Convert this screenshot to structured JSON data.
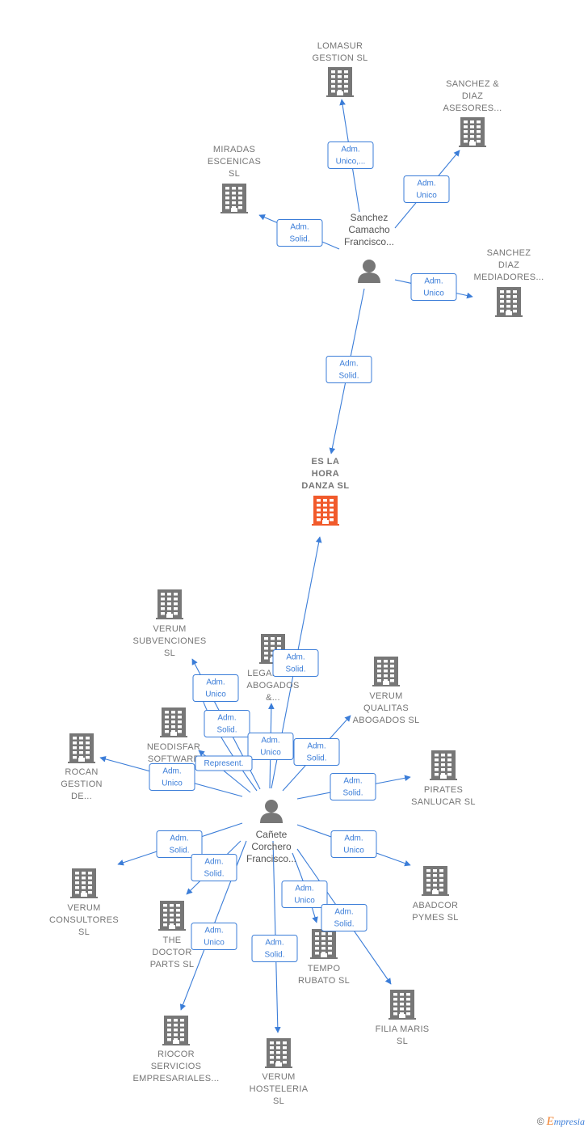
{
  "colors": {
    "edge": "#3b7dd8",
    "building": "#777777",
    "focus": "#f15a2b",
    "person": "#777777"
  },
  "footer": {
    "copyright": "©",
    "brand_first": "E",
    "brand_rest": "mpresia"
  },
  "people": [
    {
      "id": "p1",
      "lines": [
        "Sanchez",
        "Camacho",
        "Francisco..."
      ]
    },
    {
      "id": "p2",
      "lines": [
        "Cañete",
        "Corchero",
        "Francisco..."
      ]
    }
  ],
  "focus": {
    "id": "f",
    "lines": [
      "ES LA",
      "HORA",
      "DANZA  SL"
    ]
  },
  "companies": [
    {
      "id": "lomasur",
      "lines": [
        "LOMASUR",
        "GESTION  SL"
      ]
    },
    {
      "id": "sanchezdiaz",
      "lines": [
        "SANCHEZ &",
        "DIAZ",
        "ASESORES..."
      ]
    },
    {
      "id": "miradas",
      "lines": [
        "MIRADAS",
        "ESCENICAS",
        "SL"
      ]
    },
    {
      "id": "mediadores",
      "lines": [
        "SANCHEZ",
        "DIAZ",
        "MEDIADORES..."
      ]
    },
    {
      "id": "subvenciones",
      "lines": [
        "VERUM",
        "SUBVENCIONES",
        "SL"
      ]
    },
    {
      "id": "legalge",
      "lines": [
        "LEGALGE...",
        "ABOGADOS",
        "&..."
      ]
    },
    {
      "id": "qualitas",
      "lines": [
        "VERUM",
        "QUALITAS",
        "ABOGADOS  SL"
      ]
    },
    {
      "id": "neodisfar",
      "lines": [
        "NEODISFAR",
        "SOFTWARE"
      ]
    },
    {
      "id": "rocan",
      "lines": [
        "ROCAN",
        "GESTION",
        "DE..."
      ]
    },
    {
      "id": "pirates",
      "lines": [
        "PIRATES",
        "SANLUCAR  SL"
      ]
    },
    {
      "id": "consultores",
      "lines": [
        "VERUM",
        "CONSULTORES",
        "SL"
      ]
    },
    {
      "id": "doctor",
      "lines": [
        "THE",
        "DOCTOR",
        "PARTS  SL"
      ]
    },
    {
      "id": "abadcor",
      "lines": [
        "ABADCOR",
        "PYMES  SL"
      ]
    },
    {
      "id": "tempo",
      "lines": [
        "TEMPO",
        "RUBATO  SL"
      ]
    },
    {
      "id": "filia",
      "lines": [
        "FILIA MARIS",
        "SL"
      ]
    },
    {
      "id": "riocor",
      "lines": [
        "RIOCOR",
        "SERVICIOS",
        "EMPRESARIALES..."
      ]
    },
    {
      "id": "hosteleria",
      "lines": [
        "VERUM",
        "HOSTELERIA",
        "SL"
      ]
    }
  ],
  "edges": [
    {
      "id": "e1",
      "from": "p1",
      "to": "lomasur",
      "role": [
        "Adm.",
        "Unico,..."
      ]
    },
    {
      "id": "e2",
      "from": "p1",
      "to": "sanchezdiaz",
      "role": [
        "Adm.",
        "Unico"
      ]
    },
    {
      "id": "e3",
      "from": "p1",
      "to": "miradas",
      "role": [
        "Adm.",
        "Solid."
      ]
    },
    {
      "id": "e4",
      "from": "p1",
      "to": "mediadores",
      "role": [
        "Adm.",
        "Unico"
      ]
    },
    {
      "id": "e5",
      "from": "p1",
      "to": "f",
      "role": [
        "Adm.",
        "Solid."
      ]
    },
    {
      "id": "e6",
      "from": "p2",
      "to": "f",
      "role": [
        "Adm.",
        "Solid."
      ]
    },
    {
      "id": "e7",
      "from": "p2",
      "to": "subvenciones",
      "role": [
        "Adm.",
        "Solid."
      ]
    },
    {
      "id": "e8",
      "from": "p2",
      "to": "subvenciones",
      "role": [
        "Adm.",
        "Unico"
      ]
    },
    {
      "id": "e9",
      "from": "p2",
      "to": "legalge",
      "role": [
        "Adm.",
        "Unico"
      ]
    },
    {
      "id": "e10",
      "from": "p2",
      "to": "qualitas",
      "role": [
        "Adm.",
        "Solid."
      ]
    },
    {
      "id": "e11",
      "from": "p2",
      "to": "neodisfar",
      "role": [
        "Represent."
      ]
    },
    {
      "id": "e12",
      "from": "p2",
      "to": "rocan",
      "role": [
        "Adm.",
        "Unico"
      ]
    },
    {
      "id": "e13",
      "from": "p2",
      "to": "pirates",
      "role": [
        "Adm.",
        "Solid."
      ]
    },
    {
      "id": "e14",
      "from": "p2",
      "to": "consultores",
      "role": [
        "Adm.",
        "Solid."
      ]
    },
    {
      "id": "e15",
      "from": "p2",
      "to": "doctor",
      "role": [
        "Adm.",
        "Solid."
      ]
    },
    {
      "id": "e16",
      "from": "p2",
      "to": "abadcor",
      "role": [
        "Adm.",
        "Unico"
      ]
    },
    {
      "id": "e17",
      "from": "p2",
      "to": "tempo",
      "role": [
        "Adm.",
        "Unico"
      ]
    },
    {
      "id": "e18",
      "from": "p2",
      "to": "filia",
      "role": [
        "Adm.",
        "Solid."
      ]
    },
    {
      "id": "e19",
      "from": "p2",
      "to": "riocor",
      "role": [
        "Adm.",
        "Unico"
      ]
    },
    {
      "id": "e20",
      "from": "p2",
      "to": "hosteleria",
      "role": [
        "Adm.",
        "Solid."
      ]
    }
  ]
}
